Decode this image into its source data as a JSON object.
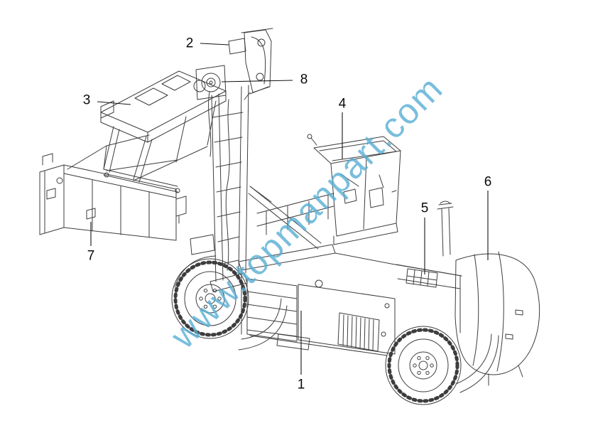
{
  "watermark": {
    "text": "www.topmanpart.com",
    "color": "#58aed4"
  },
  "diagram": {
    "line_color": "#3d3d3d",
    "callout_color": "#0a0a0a",
    "callouts": [
      {
        "label": "1"
      },
      {
        "label": "2"
      },
      {
        "label": "3"
      },
      {
        "label": "4"
      },
      {
        "label": "5"
      },
      {
        "label": "6"
      },
      {
        "label": "7"
      },
      {
        "label": "8"
      }
    ]
  }
}
